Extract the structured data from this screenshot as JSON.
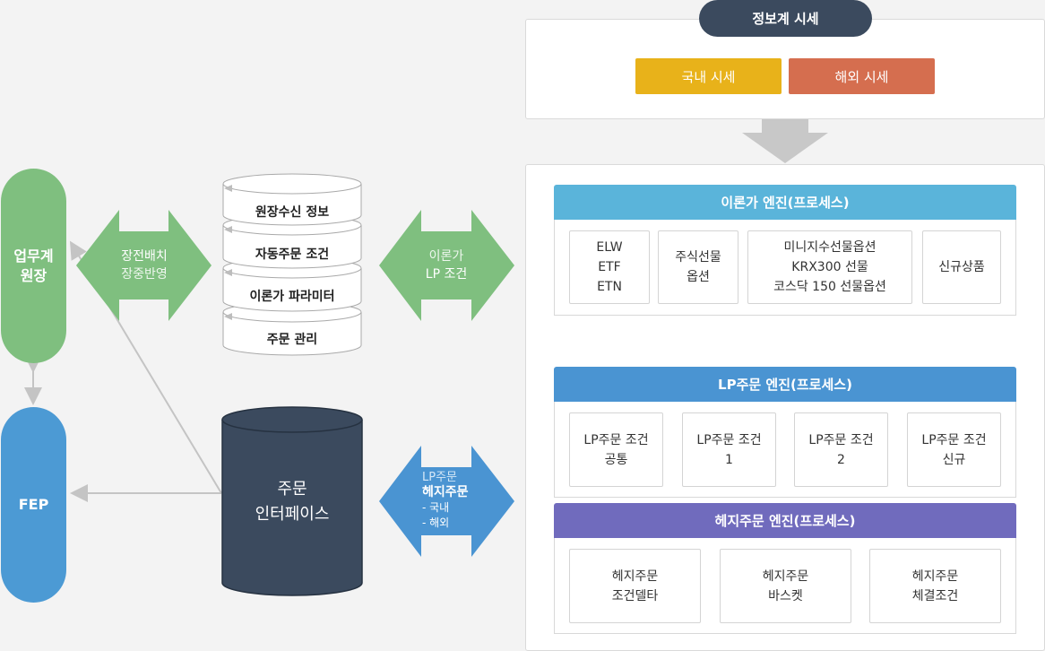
{
  "left": {
    "work_desk": {
      "line1": "업무계",
      "line2": "원장"
    },
    "fep": {
      "label": "FEP"
    }
  },
  "arrow_sync": {
    "line1": "장전배치",
    "line2": "장중반영"
  },
  "arrow_theory": {
    "line1": "이론가",
    "line2": "LP 조건"
  },
  "arrow_order": {
    "line1": "LP주문",
    "line2": "헤지주문",
    "line3": "- 국내",
    "line4": "- 해외"
  },
  "db_stack": {
    "items": [
      "원장수신 정보",
      "자동주문 조건",
      "이론가 파라미터",
      "주문 관리"
    ]
  },
  "order_interface": {
    "line1": "주문",
    "line2": "인터페이스"
  },
  "info_system": {
    "title": "정보계 시세",
    "domestic": "국내 시세",
    "overseas": "해외 시세"
  },
  "theory_engine": {
    "title": "이론가 엔진(프로세스)",
    "boxes": [
      {
        "lines": [
          "ELW",
          "ETF",
          "ETN"
        ]
      },
      {
        "lines": [
          "주식선물",
          "옵션"
        ]
      },
      {
        "lines": [
          "미니지수선물옵션",
          "KRX300 선물",
          "코스닥 150 선물옵션"
        ]
      },
      {
        "lines": [
          "신규상품"
        ]
      }
    ]
  },
  "lp_engine": {
    "title": "LP주문 엔진(프로세스)",
    "boxes": [
      {
        "lines": [
          "LP주문 조건",
          "공통"
        ]
      },
      {
        "lines": [
          "LP주문 조건",
          "1"
        ]
      },
      {
        "lines": [
          "LP주문 조건",
          "2"
        ]
      },
      {
        "lines": [
          "LP주문 조건",
          "신규"
        ]
      }
    ]
  },
  "hedge_engine": {
    "title": "헤지주문 엔진(프로세스)",
    "boxes": [
      {
        "lines": [
          "헤지주문",
          "조건델타"
        ]
      },
      {
        "lines": [
          "헤지주문",
          "바스켓"
        ]
      },
      {
        "lines": [
          "헤지주문",
          "체결조건"
        ]
      }
    ]
  },
  "colors": {
    "green": "#7fbf7f",
    "blue": "#4c9ad4",
    "navy": "#3b4a5e",
    "yellow": "#e8b21a",
    "orange": "#d56e4f",
    "sky": "#5ab4da",
    "lp_blue": "#4a94d2",
    "purple": "#706bbd",
    "gray_arrow": "#c8c8c8"
  }
}
